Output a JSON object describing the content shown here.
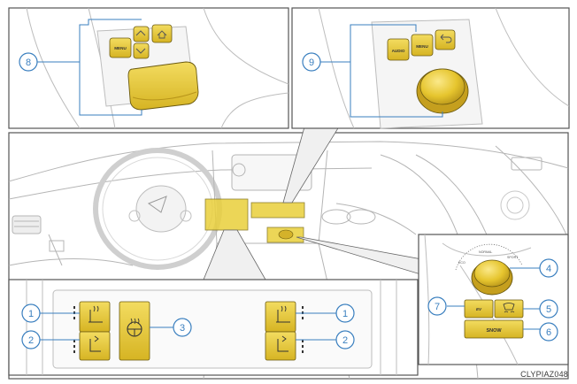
{
  "colors": {
    "accent_blue": "#3a7fbf",
    "button_yellow": "#e9cf3a",
    "line_gray": "#b5b5b5"
  },
  "image_id": "CLYPIAZ048",
  "callouts": {
    "c1": "1",
    "c2": "2",
    "c3": "3",
    "c4": "4",
    "c5": "5",
    "c6": "6",
    "c7": "7",
    "c8": "8",
    "c9": "9"
  },
  "inset_top_left": {
    "menu_label": "MENU"
  },
  "inset_top_right": {
    "audio_label": "AUDIO",
    "menu_label": "MENU"
  },
  "inset_right": {
    "mode_eco": "ECO",
    "mode_normal": "NORMAL",
    "mode_sport": "SPORT",
    "ev_label": "EV",
    "snow_label": "SNOW"
  }
}
